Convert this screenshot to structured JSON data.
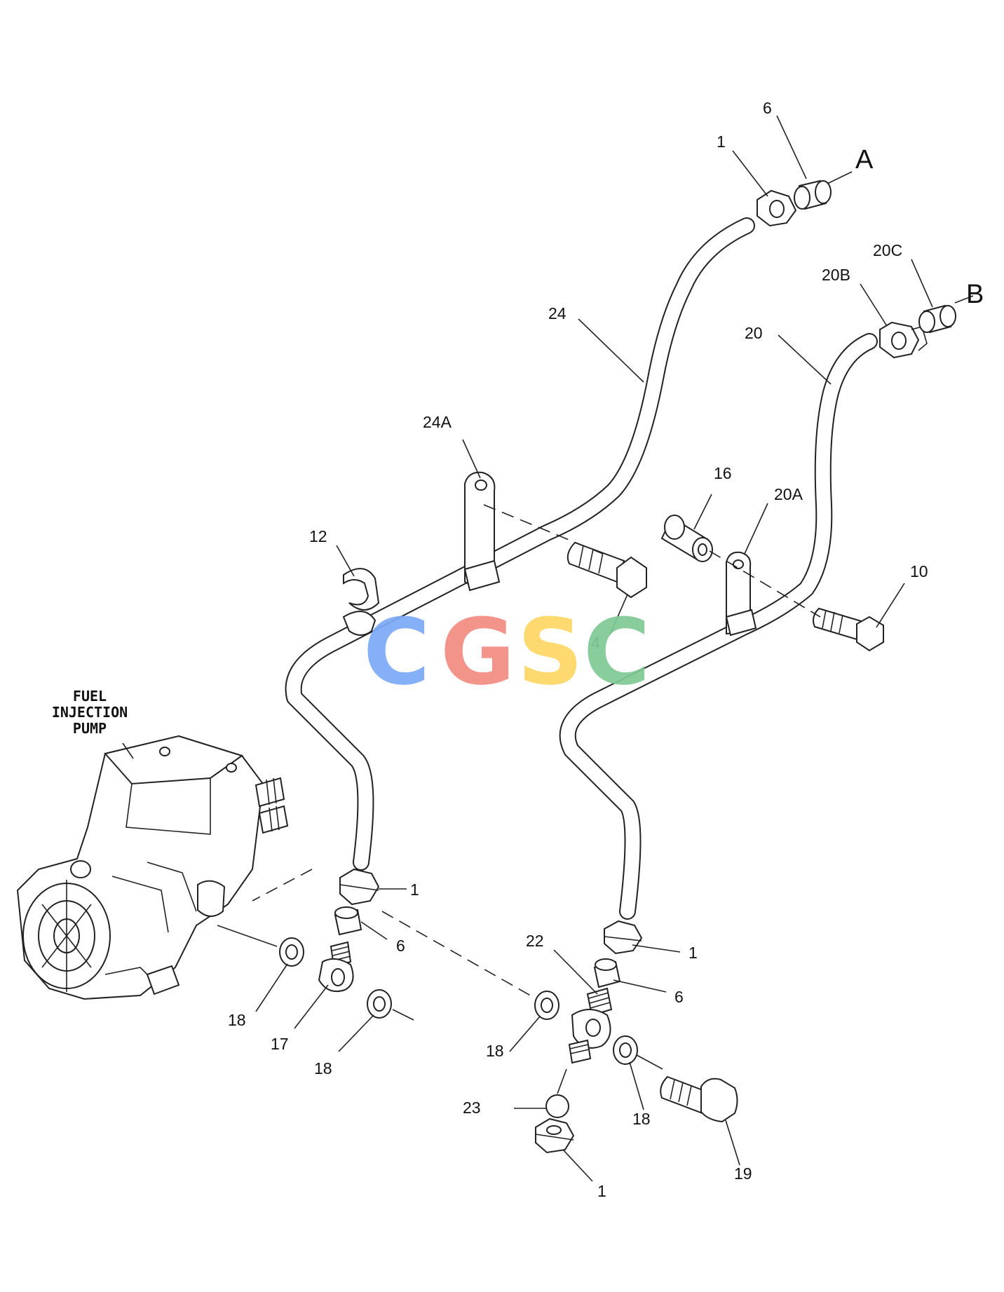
{
  "callouts": {
    "c1_top": "1",
    "c6_top": "6",
    "ref_a": "A",
    "c20c": "20C",
    "c20b": "20B",
    "ref_b": "B",
    "c24": "24",
    "c20": "20",
    "c24a": "24A",
    "c16": "16",
    "c20a": "20A",
    "c12": "12",
    "c10": "10",
    "c4": "4",
    "c1_left": "1",
    "c6_left": "6",
    "c1_right": "1",
    "c22": "22",
    "c6_right": "6",
    "c18_a": "18",
    "c17": "17",
    "c18_b": "18",
    "c18_c": "18",
    "c18_d": "18",
    "c23": "23",
    "c19": "19",
    "c1_bottom": "1"
  },
  "pump_label": {
    "line1": "FUEL",
    "line2": "INJECTION",
    "line3": "PUMP"
  },
  "watermark": {
    "letters": [
      "C",
      "G",
      "S",
      "C"
    ],
    "colors": [
      "#7baaf7",
      "#f28b82",
      "#fdd663",
      "#81c995"
    ]
  }
}
